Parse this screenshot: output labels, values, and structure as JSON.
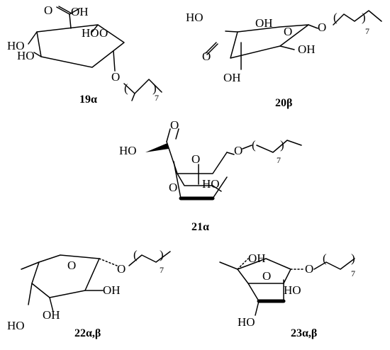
{
  "compounds": [
    {
      "caption": "19α",
      "labels": {
        "cooh": "O",
        "cooh_h": "OH",
        "ho1": "HO",
        "ho2": "HO",
        "ho3": "HO",
        "ring_o": "O",
        "o_chain": "O",
        "n": "7"
      }
    },
    {
      "caption": "20β",
      "labels": {
        "ho_acid": "HO",
        "oh_top": "OH",
        "ring_o": "O",
        "o_chain": "O",
        "n": "7",
        "o_carbonyl": "O",
        "oh_right": "OH",
        "oh_bottom": "OH"
      }
    },
    {
      "caption": "21α",
      "labels": {
        "carbonyl_o": "O",
        "ho": "HO",
        "ring_o1": "O",
        "o_chain": "O",
        "n": "7",
        "ring_o2": "O",
        "ho_inner": "HO"
      }
    },
    {
      "caption": "22α,β",
      "labels": {
        "ring_o": "O",
        "o_chain": "O",
        "n": "7",
        "oh_right": "OH",
        "oh_mid": "OH",
        "ho_left": "HO"
      }
    },
    {
      "caption": "23α,β",
      "labels": {
        "oh_top": "OH",
        "ring_o": "O",
        "ho_inner": "HO",
        "o_chain": "O",
        "n": "7",
        "ho_bottom": "HO"
      }
    }
  ]
}
